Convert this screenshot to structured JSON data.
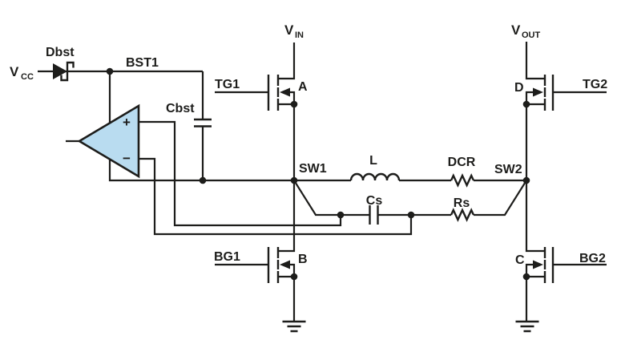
{
  "labels": {
    "vcc": {
      "main": "V",
      "sub": "CC"
    },
    "vin": {
      "main": "V",
      "sub": "IN"
    },
    "vout": {
      "main": "V",
      "sub": "OUT"
    },
    "dbst": "Dbst",
    "bst1": "BST1",
    "cbst": "Cbst",
    "tg1": "TG1",
    "tg2": "TG2",
    "bg1": "BG1",
    "bg2": "BG2",
    "fet_a": "A",
    "fet_b": "B",
    "fet_c": "C",
    "fet_d": "D",
    "sw1": "SW1",
    "sw2": "SW2",
    "inductor": "L",
    "dcr": "DCR",
    "cs": "Cs",
    "rs": "Rs",
    "opamp_plus": "+",
    "opamp_minus": "−"
  },
  "colors": {
    "line": "#1d1d1b",
    "opamp_fill": "#b9dcf0",
    "background": "#ffffff"
  }
}
